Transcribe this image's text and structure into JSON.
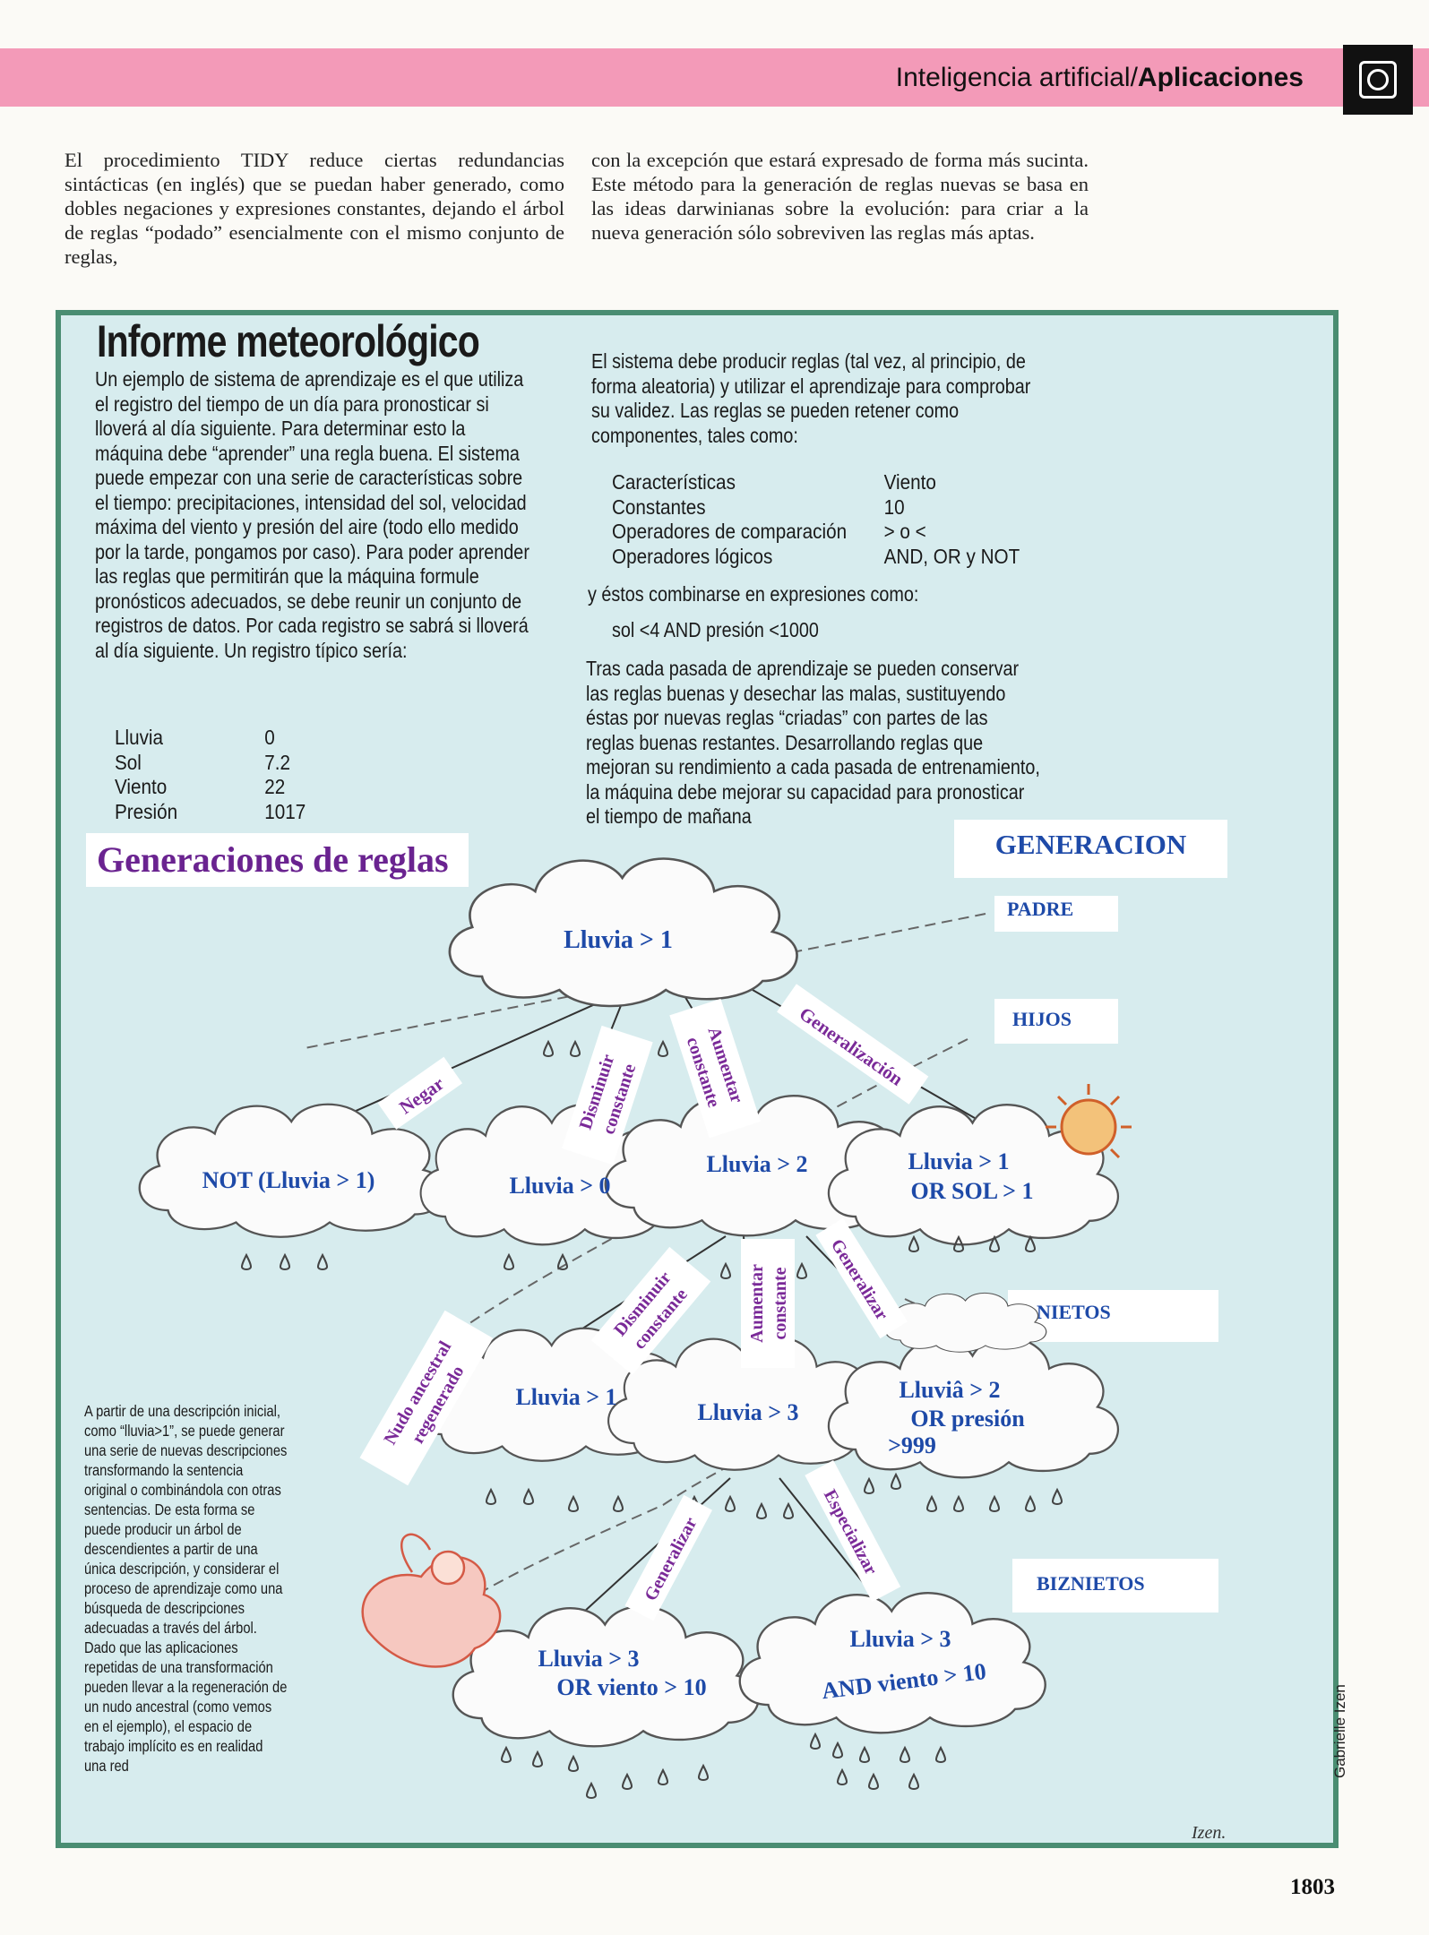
{
  "header": {
    "section": "Inteligencia artificial/",
    "subsection": "Aplicaciones"
  },
  "intro": {
    "col1": "El procedimiento TIDY reduce ciertas redundancias sintácticas (en inglés) que se puedan haber generado, como dobles negaciones y expresiones constantes, dejando el árbol de reglas “podado” esencialmente con el mismo conjunto de reglas,",
    "col2": "con la excepción que estará expresado de forma más sucinta. Este método para la generación de reglas nuevas se basa en las ideas darwinianas sobre la evolución: para criar a la nueva generación sólo sobreviven las reglas más aptas."
  },
  "box": {
    "title": "Informe meteorológico",
    "left_text": "Un ejemplo de sistema de aprendizaje es el que utiliza el registro del tiempo de un día para pronosticar si lloverá al día siguiente. Para determinar esto la máquina debe “aprender” una regla buena. El sistema puede empezar con una serie de características sobre el tiempo: precipitaciones, intensidad del sol, velocidad máxima del viento y presión del aire (todo ello medido por la tarde, pongamos por caso). Para poder aprender las reglas que permitirán que la máquina formule pronósticos adecuados, se debe reunir un conjunto de registros de datos. Por cada registro se sabrá si lloverá al día siguiente. Un registro típico sería:",
    "record": [
      {
        "key": "Lluvia",
        "value": "0"
      },
      {
        "key": "Sol",
        "value": "7.2"
      },
      {
        "key": "Viento",
        "value": "22"
      },
      {
        "key": "Presión",
        "value": "1017"
      }
    ],
    "right_text_1": "El sistema debe producir reglas (tal vez, al principio, de forma aleatoria) y utilizar el aprendizaje para comprobar su validez. Las reglas se pueden retener como componentes, tales como:",
    "components": [
      {
        "key": "Características",
        "value": "Viento"
      },
      {
        "key": "Constantes",
        "value": "10"
      },
      {
        "key": "Operadores de comparación",
        "value": "> o <"
      },
      {
        "key": "Operadores lógicos",
        "value": "AND, OR y NOT"
      }
    ],
    "right_text_2": "y éstos combinarse en expresiones como:",
    "expression": "sol <4 AND presión <1000",
    "right_text_3": "Tras cada pasada de aprendizaje se pueden conservar las reglas buenas y desechar las malas, sustituyendo éstas por nuevas reglas “criadas” con partes de las reglas buenas restantes. Desarrollando reglas que mejoran su rendimiento a cada pasada de entrenamiento, la máquina debe mejorar su capacidad para pronosticar el tiempo de mañana"
  },
  "diagram": {
    "title": "Generaciones de reglas",
    "generation_header": "GENERACION",
    "generations": [
      "PADRE",
      "HIJOS",
      "NIETOS",
      "BIZNIETOS"
    ],
    "nodes": {
      "root": [
        "Lluvia > 1"
      ],
      "not": [
        "NOT (Lluvia > 1)"
      ],
      "gt0": [
        "Lluvia > 0"
      ],
      "gt2": [
        "Lluvia > 2"
      ],
      "or_sol": [
        "Lluvia > 1",
        "OR SOL > 1"
      ],
      "gt1b": [
        "Lluvia > 1"
      ],
      "gt3": [
        "Lluvia > 3"
      ],
      "or_pres": [
        "Lluviâ > 2",
        "OR presión",
        ">999"
      ],
      "or_viento": [
        "Lluvia > 3",
        "OR viento > 10"
      ],
      "and_viento": [
        "Lluvia > 3",
        "AND viento > 10"
      ]
    },
    "edges": {
      "negar": "Negar",
      "disminuir1": [
        "Disminuir",
        "constante"
      ],
      "aumentar1": [
        "Aumentar",
        "constante"
      ],
      "generalizacion": "Generalización",
      "disminuir2": [
        "Disminuir",
        "constante"
      ],
      "aumentar2": [
        "Aumentar",
        "constante"
      ],
      "generalizar1": "Generalizar",
      "nudo": [
        "Nudo ancestral",
        "regenerado"
      ],
      "generalizar2": "Generalizar",
      "especializar": "Especializar"
    },
    "caption": "A partir de una descripción inicial, como “lluvia>1”, se puede generar una serie de nuevas descripciones transformando la sentencia original o combinándola con otras sentencias. De esta forma se puede producir un árbol de descendientes a partir de una única descripción, y considerar el proceso de aprendizaje como una búsqueda de descripciones adecuadas a través del árbol. Dado que las aplicaciones repetidas de una transformación pueden llevar a la regeneración de un nudo ancestral (como vemos en el ejemplo), el espacio de trabajo implícito es en realidad una red",
    "signature": "Izen."
  },
  "credit": "Gabrielle Izen",
  "page_number": "1803"
}
